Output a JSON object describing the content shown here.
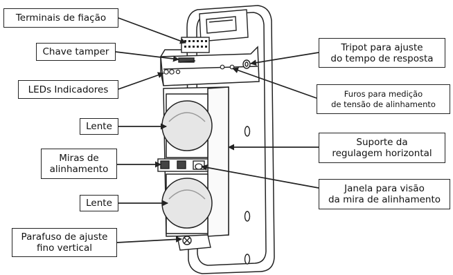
{
  "labels": {
    "terminals": "Terminais de fiação",
    "tamper": "Chave tamper",
    "leds": "LEDs Indicadores",
    "lens_top": "Lente",
    "sights": [
      "Miras de",
      "alinhamento"
    ],
    "lens_bottom": "Lente",
    "screw": [
      "Parafuso de ajuste",
      "fino vertical"
    ],
    "tripot": [
      "Tripot para ajuste",
      "do tempo de resposta"
    ],
    "holes": [
      "Furos para medição",
      "de tensão de alinhamento"
    ],
    "bracket": [
      "Suporte da",
      "regulagem horizontal"
    ],
    "window": [
      "Janela para visão",
      "da mira de alinhamento"
    ]
  },
  "colors": {
    "line": "#222222",
    "fill": "#ffffff",
    "lens": "#e6e6e6"
  }
}
